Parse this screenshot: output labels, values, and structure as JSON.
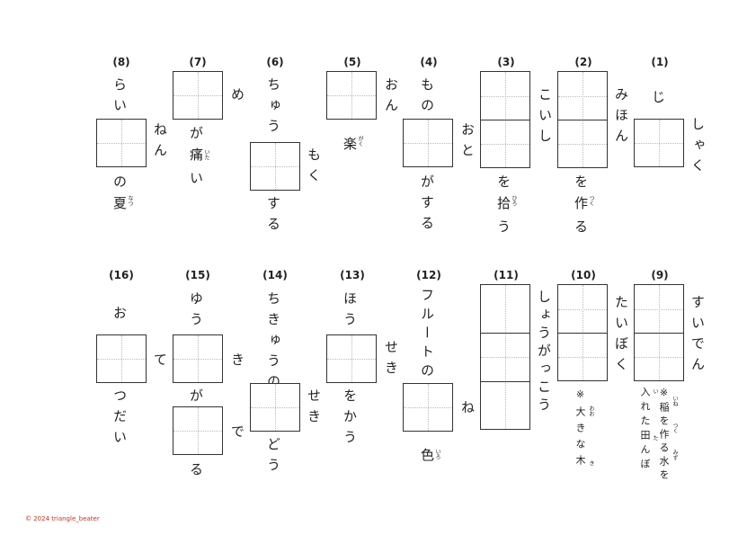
{
  "copyright": "© 2024 triangle_beater",
  "row1": {
    "q8": {
      "num": "(8)",
      "top": "らい",
      "side": "ねん",
      "bottom1": "の",
      "bottom2": "夏",
      "ruby": "なつ"
    },
    "q7": {
      "num": "(7)",
      "side": "め",
      "bottom1": "が",
      "bottom2": "痛",
      "bottom3": "い",
      "ruby": "いた"
    },
    "q6": {
      "num": "(6)",
      "top": "ちゅう",
      "side": "もく",
      "bottom": "する"
    },
    "q5": {
      "num": "(5)",
      "side": "おん",
      "bottom": "楽",
      "ruby": "がく"
    },
    "q4": {
      "num": "(4)",
      "top": "もの",
      "side": "おと",
      "bottom": "がする"
    },
    "q3": {
      "num": "(3)",
      "side": "こいし",
      "bottom1": "を",
      "bottom2": "拾",
      "bottom3": "う",
      "ruby": "ひろ"
    },
    "q2": {
      "num": "(2)",
      "side": "みほん",
      "bottom1": "を",
      "bottom2": "作",
      "bottom3": "る",
      "ruby": "つく"
    },
    "q1": {
      "num": "(1)",
      "top": "じ",
      "side": "しゃく"
    }
  },
  "row2": {
    "q16": {
      "num": "(16)",
      "top": "お",
      "side": "て",
      "bottom": "つだい"
    },
    "q15": {
      "num": "(15)",
      "top": "ゆう",
      "side": "き",
      "mid": "が",
      "side2": "で",
      "bottom": "る"
    },
    "q14": {
      "num": "(14)",
      "top": "ちきゅうの",
      "side": "せき",
      "bottom": "どう"
    },
    "q13": {
      "num": "(13)",
      "top": "ほう",
      "side": "せき",
      "bottom": "をかう"
    },
    "q12": {
      "num": "(12)",
      "top": "フルートの",
      "side": "ね",
      "bottom": "色",
      "ruby": "いろ"
    },
    "q11": {
      "num": "(11)",
      "side": "しょうがっこう"
    },
    "q10": {
      "num": "(10)",
      "side": "たいぼく",
      "note": "※大きな木",
      "ruby1": "おお",
      "ruby2": "き"
    },
    "q9": {
      "num": "(9)",
      "side": "すいでん",
      "note1": "※稲を作る水を",
      "note2": "入れた田んぼ",
      "ruby1": "いね",
      "ruby2": "つく",
      "ruby3": "みず",
      "ruby4": "い",
      "ruby5": "た"
    }
  }
}
